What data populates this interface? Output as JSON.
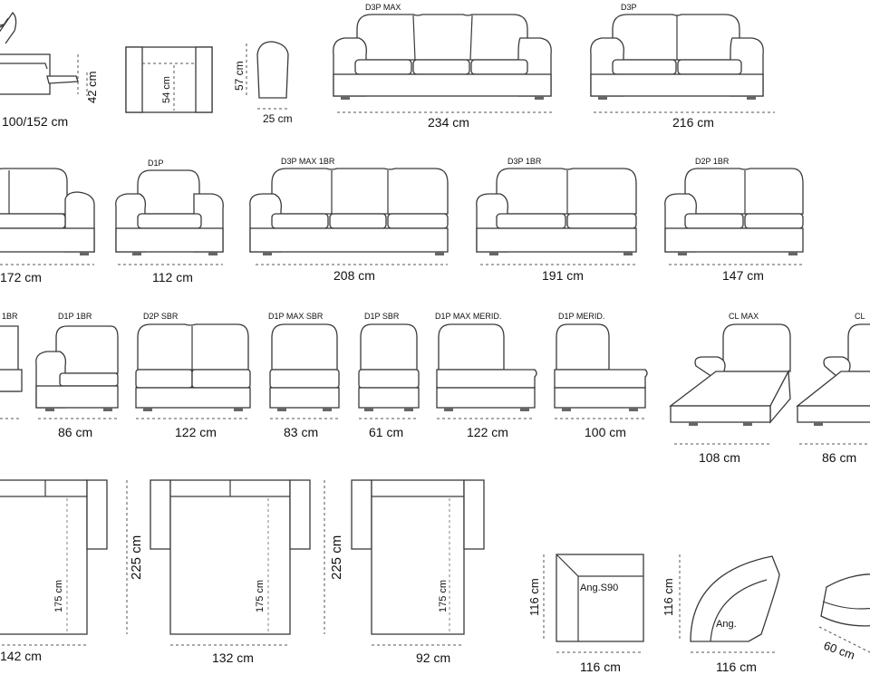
{
  "row1": {
    "recliner_width": "100/152 cm",
    "recliner_height": "42 cm",
    "top_height": "54 cm",
    "arm_height": "57 cm",
    "arm_width": "25 cm",
    "d3p_max": {
      "label": "D3P MAX",
      "width": "234 cm"
    },
    "d3p": {
      "label": "D3P",
      "width": "216 cm"
    }
  },
  "row2": {
    "d2p": {
      "width": "172 cm"
    },
    "d1p": {
      "label": "D1P",
      "width": "112 cm"
    },
    "d3p_max_1br": {
      "label": "D3P MAX 1BR",
      "width": "208 cm"
    },
    "d3p_1br": {
      "label": "D3P 1BR",
      "width": "191 cm"
    },
    "d2p_1br": {
      "label": "D2P 1BR",
      "width": "147 cm"
    }
  },
  "row3": {
    "partial": {
      "label": "1BR"
    },
    "d1p_1br": {
      "label": "D1P 1BR",
      "width": "86 cm"
    },
    "d2p_sbr": {
      "label": "D2P SBR",
      "width": "122 cm"
    },
    "d1p_max_sbr": {
      "label": "D1P  MAX SBR",
      "width": "83 cm"
    },
    "d1p_sbr": {
      "label": "D1P SBR",
      "width": "61 cm"
    },
    "d1p_max_merid": {
      "label": "D1P  MAX MERID.",
      "width": "122 cm"
    },
    "d1p_merid": {
      "label": "D1P MERID.",
      "width": "100 cm"
    },
    "cl_max": {
      "label": "CL MAX",
      "width": "108 cm"
    },
    "cl": {
      "label": "CL",
      "width": "86 cm"
    }
  },
  "row4": {
    "bed1": {
      "width": "142 cm",
      "inner": "175 cm",
      "height": "225 cm"
    },
    "bed2": {
      "width": "132 cm",
      "inner": "175 cm",
      "height": "225 cm"
    },
    "bed3": {
      "width": "92 cm",
      "inner": "175 cm"
    },
    "ang_s90": {
      "label": "Ang.S90",
      "height": "116 cm",
      "width": "116 cm"
    },
    "ang": {
      "label": "Ang.",
      "height": "116 cm",
      "width": "116 cm"
    },
    "pouf": {
      "width": "60 cm"
    }
  }
}
